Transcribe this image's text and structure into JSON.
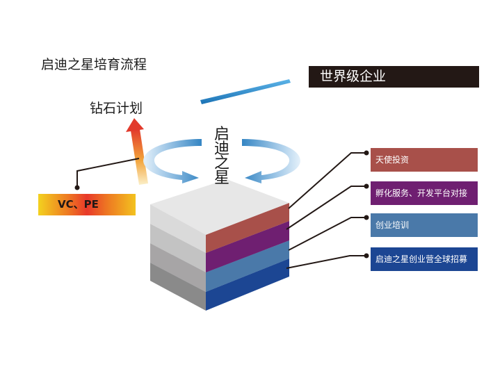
{
  "diagram": {
    "title": "启迪之星培育流程",
    "top_goal": "世界级企业",
    "diamond_plan": "钻石计划",
    "center_label_chars": [
      "启",
      "迪",
      "之",
      "星"
    ],
    "vc_pe_label": "VC、PE",
    "layers": [
      {
        "label": "天使投资",
        "color": "#a8504a"
      },
      {
        "label": "孵化服务、开发平台对接",
        "color": "#6f1f71"
      },
      {
        "label": "创业培训",
        "color": "#4a79a9"
      },
      {
        "label": "启迪之星创业营全球招募",
        "color": "#1c4693"
      }
    ],
    "colors": {
      "goal_box": "#231815",
      "arrow_blue": "#2a7fc0",
      "connector": "#231815"
    }
  }
}
